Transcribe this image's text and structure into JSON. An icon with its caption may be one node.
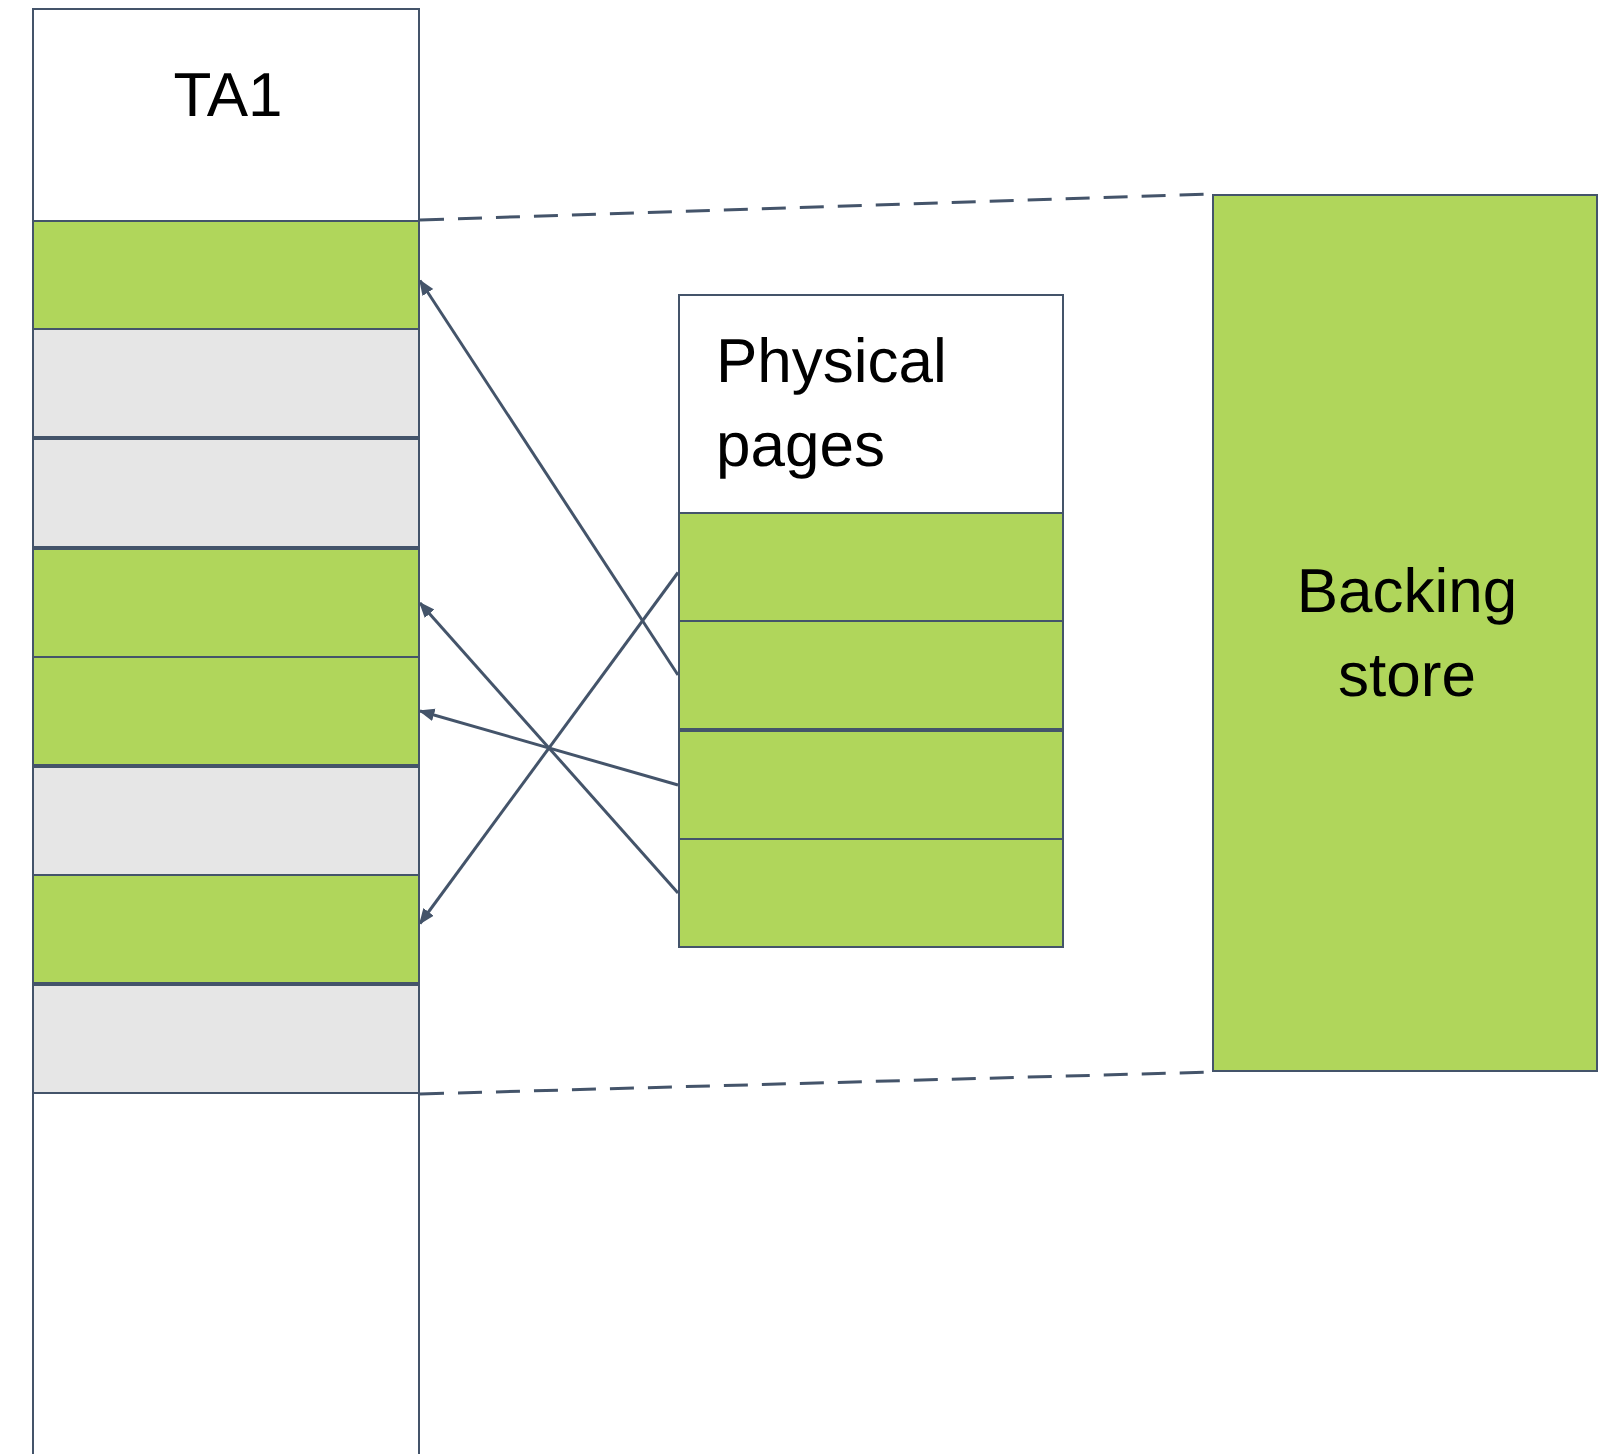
{
  "diagram": {
    "nodes": [
      {
        "text": [
          "TA1"
        ]
      },
      {
        "text": [],
        "shape": "box",
        "in": 0
      },
      {
        "text": [],
        "shape": "box",
        "in": 0
      },
      {
        "text": [],
        "shape": "box",
        "in": 0
      },
      {
        "text": [],
        "shape": "box",
        "in": 0
      },
      {
        "text": [],
        "shape": "box",
        "in": 0
      },
      {
        "text": [],
        "shape": "box",
        "in": 0
      },
      {
        "text": [],
        "shape": "box",
        "in": 0
      },
      {
        "text": [],
        "shape": "box",
        "in": 0
      },
      {
        "text": [
          "Physical pages"
        ]
      },
      {
        "text": [],
        "shape": "box",
        "in": 9
      },
      {
        "text": [],
        "shape": "box",
        "in": 9
      },
      {
        "text": [],
        "shape": "box",
        "in": 9
      },
      {
        "text": [],
        "shape": "box",
        "in": 9
      },
      {
        "text": [
          "Backing store"
        ]
      }
    ],
    "edges": [
      {
        "from": 11,
        "to": 1,
        "arrow": "to"
      },
      {
        "from": 10,
        "to": 7,
        "arrow": "to"
      },
      {
        "from": 12,
        "to": 5,
        "arrow": "to"
      },
      {
        "from": 13,
        "to": 4,
        "arrow": "to"
      },
      {
        "from": 1,
        "to": 14,
        "arrow": "none",
        "style": "dashed"
      },
      {
        "from": 8,
        "to": 14,
        "arrow": "none",
        "style": "dashed"
      }
    ]
  }
}
